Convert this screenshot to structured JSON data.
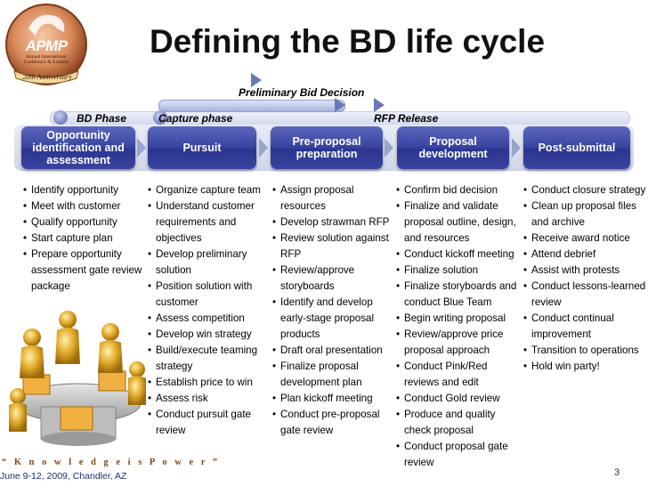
{
  "logo": {
    "name": "APMP",
    "subtitle": "Annual International Conference & Exhibits",
    "anniversary": "20th Anniversary"
  },
  "title": "Defining the BD life cycle",
  "timeline": {
    "preliminary_decision": "Preliminary Bid Decision",
    "bd_phase": "BD Phase",
    "capture_phase": "Capture phase",
    "rfp_release": "RFP Release"
  },
  "phases": [
    {
      "label": "Opportunity identification and assessment",
      "bullets": [
        "Identify opportunity",
        "Meet with customer",
        "Qualify opportunity",
        "Start capture plan",
        "Prepare opportunity assessment gate review package"
      ]
    },
    {
      "label": "Pursuit",
      "bullets": [
        "Organize capture team",
        "Understand customer requirements and objectives",
        "Develop preliminary solution",
        "Position solution with customer",
        "Assess competition",
        "Develop win strategy",
        "Build/execute teaming strategy",
        "Establish price to win",
        "Assess risk",
        "Conduct pursuit gate review"
      ]
    },
    {
      "label": "Pre-proposal preparation",
      "bullets": [
        "Assign proposal resources",
        "Develop strawman RFP",
        "Review solution against RFP",
        " Review/approve storyboards",
        "Identify and develop early-stage proposal products",
        "Draft oral presentation",
        "Finalize proposal development plan",
        "Plan kickoff meeting",
        "Conduct pre-proposal gate review"
      ]
    },
    {
      "label": "Proposal development",
      "bullets": [
        "Confirm bid decision",
        "Finalize and validate proposal outline, design, and resources",
        "Conduct kickoff meeting",
        "Finalize solution",
        "Finalize storyboards and conduct Blue Team",
        "Begin writing proposal",
        "Review/approve price proposal approach",
        "Conduct Pink/Red reviews and edit",
        "Conduct Gold review",
        "Produce and quality check proposal",
        "Conduct proposal gate review"
      ]
    },
    {
      "label": "Post-submittal",
      "bullets": [
        "Conduct closure strategy",
        "Clean up proposal files and archive",
        "Receive award notice",
        "Attend debrief",
        "Assist with protests",
        "Conduct lessons-learned review",
        "Conduct continual improvement",
        "Transition to operations",
        "Hold win party!"
      ]
    }
  ],
  "footer": {
    "quote": "“ K n o w l e d g e  i s  P o w e r ”",
    "date": "June 9-12, 2009, Chandler, AZ",
    "page": "3"
  },
  "colors": {
    "phase_box": "#3c46a4",
    "timeline": "#a8b3dc",
    "footer_text": "#1f2f6b"
  }
}
